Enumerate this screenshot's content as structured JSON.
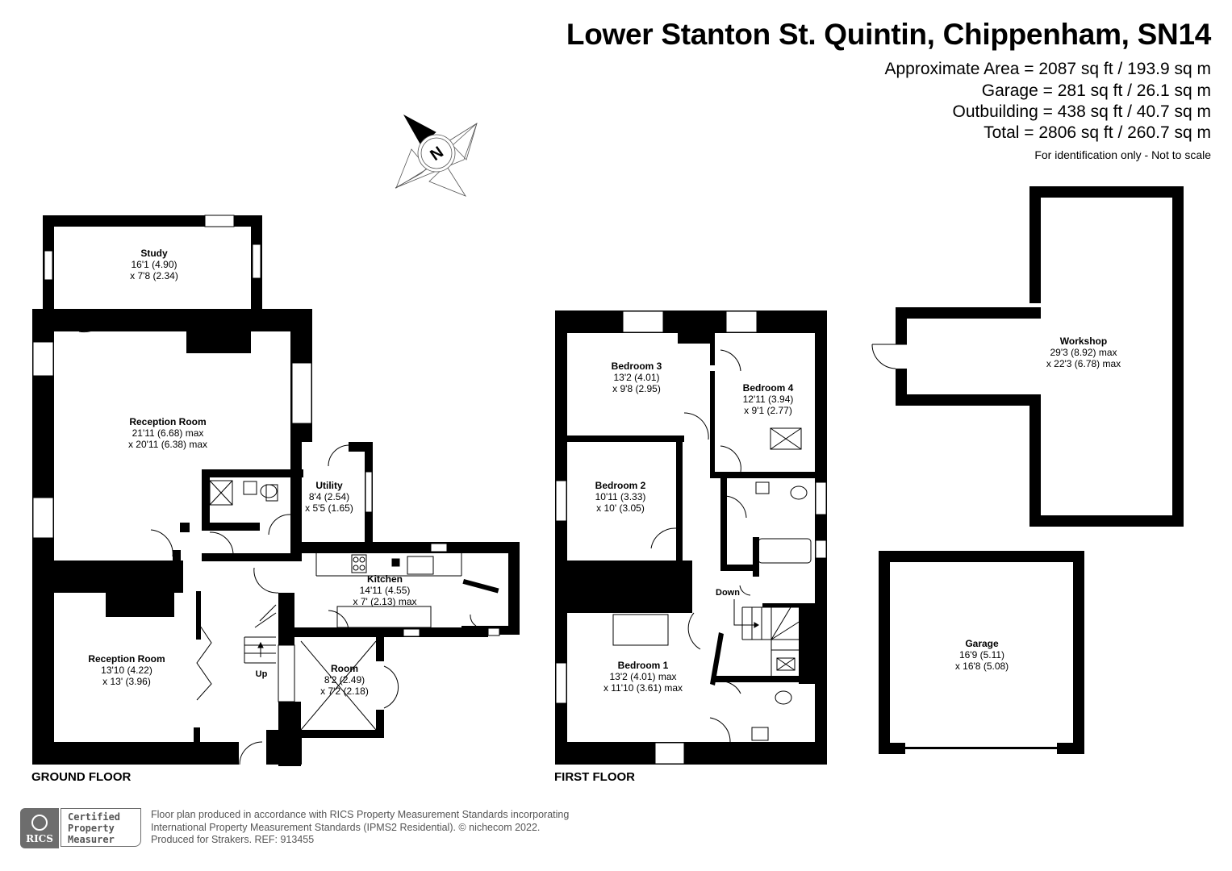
{
  "header": {
    "title": "Lower Stanton St. Quintin, Chippenham, SN14",
    "areas": [
      "Approximate Area = 2087 sq ft / 193.9 sq m",
      "Garage = 281 sq ft / 26.1 sq m",
      "Outbuilding = 438 sq ft / 40.7 sq m",
      "Total = 2806 sq ft / 260.7 sq m"
    ],
    "note": "For identification only - Not to scale"
  },
  "compass": {
    "icon": "compass-north-icon",
    "label": "N"
  },
  "ground_floor": {
    "label": "GROUND FLOOR",
    "rooms": [
      {
        "name": "Study",
        "dim1": "16'1 (4.90)",
        "dim2": "x 7'8 (2.34)"
      },
      {
        "name": "Reception Room",
        "dim1": "21'11 (6.68) max",
        "dim2": "x 20'11 (6.38) max"
      },
      {
        "name": "Utility",
        "dim1": "8'4 (2.54)",
        "dim2": "x 5'5 (1.65)"
      },
      {
        "name": "Kitchen",
        "dim1": "14'11 (4.55)",
        "dim2": "x 7' (2.13) max"
      },
      {
        "name": "Reception Room",
        "dim1": "13'10 (4.22)",
        "dim2": "x 13' (3.96)"
      },
      {
        "name": "Room",
        "dim1": "8'2 (2.49)",
        "dim2": "x 7'2 (2.18)"
      }
    ],
    "stairs_label": "Up"
  },
  "first_floor": {
    "label": "FIRST FLOOR",
    "rooms": [
      {
        "name": "Bedroom 3",
        "dim1": "13'2 (4.01)",
        "dim2": "x 9'8 (2.95)"
      },
      {
        "name": "Bedroom 4",
        "dim1": "12'11 (3.94)",
        "dim2": "x 9'1 (2.77)"
      },
      {
        "name": "Bedroom 2",
        "dim1": "10'11 (3.33)",
        "dim2": "x 10' (3.05)"
      },
      {
        "name": "Bedroom 1",
        "dim1": "13'2 (4.01) max",
        "dim2": "x 11'10 (3.61) max"
      }
    ],
    "stairs_label": "Down"
  },
  "outbuildings": {
    "workshop": {
      "name": "Workshop",
      "dim1": "29'3 (8.92) max",
      "dim2": "x 22'3 (6.78) max"
    },
    "garage": {
      "name": "Garage",
      "dim1": "16'9 (5.11)",
      "dim2": "x 16'8 (5.08)"
    }
  },
  "footer": {
    "badge_org": "RICS",
    "badge_lines": [
      "Certified",
      "Property",
      "Measurer"
    ],
    "text_lines": [
      "Floor plan produced in accordance with RICS Property Measurement Standards incorporating",
      "International Property Measurement Standards (IPMS2 Residential).   © nichecom 2022.",
      "Produced for Strakers.   REF:  913455"
    ]
  },
  "colors": {
    "wall": "#000000",
    "background": "#ffffff",
    "footer_grey": "#6d6d6d"
  }
}
